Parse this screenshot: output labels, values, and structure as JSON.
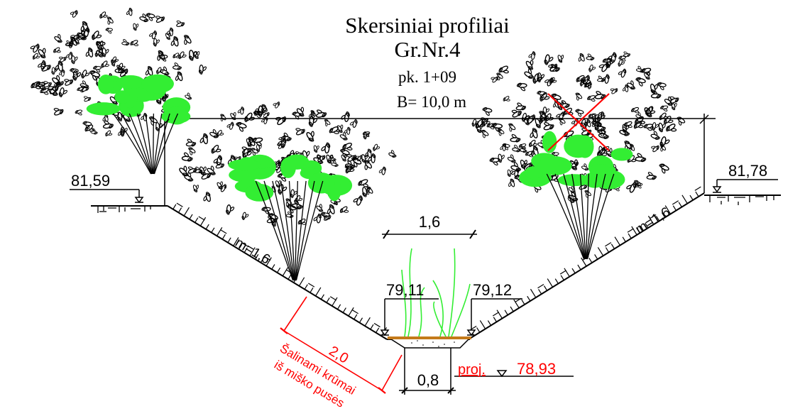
{
  "title": {
    "line1": "Skersiniai profiliai",
    "line2": "Gr.Nr.4",
    "picket": "pk. 1+09",
    "width": "B= 10,0 m"
  },
  "elevations": {
    "left_top": "81,59",
    "right_top": "81,78",
    "bottom_left": "79,11",
    "bottom_right": "79,12",
    "design_label": "proj.",
    "design_value": "78,93"
  },
  "slopes": {
    "left": "m=1,6",
    "right": "m=1,6"
  },
  "dimensions": {
    "bottom_width": "1,6",
    "design_depth_width": "0,8",
    "clearing_width": "2,0"
  },
  "note": {
    "line1": "Šalinami krūmai",
    "line2": "iš miško pusės"
  },
  "colors": {
    "ink": "#000000",
    "annotation": "#ff0000",
    "foliage": "#33ee33",
    "silt": "#c47a1a"
  }
}
